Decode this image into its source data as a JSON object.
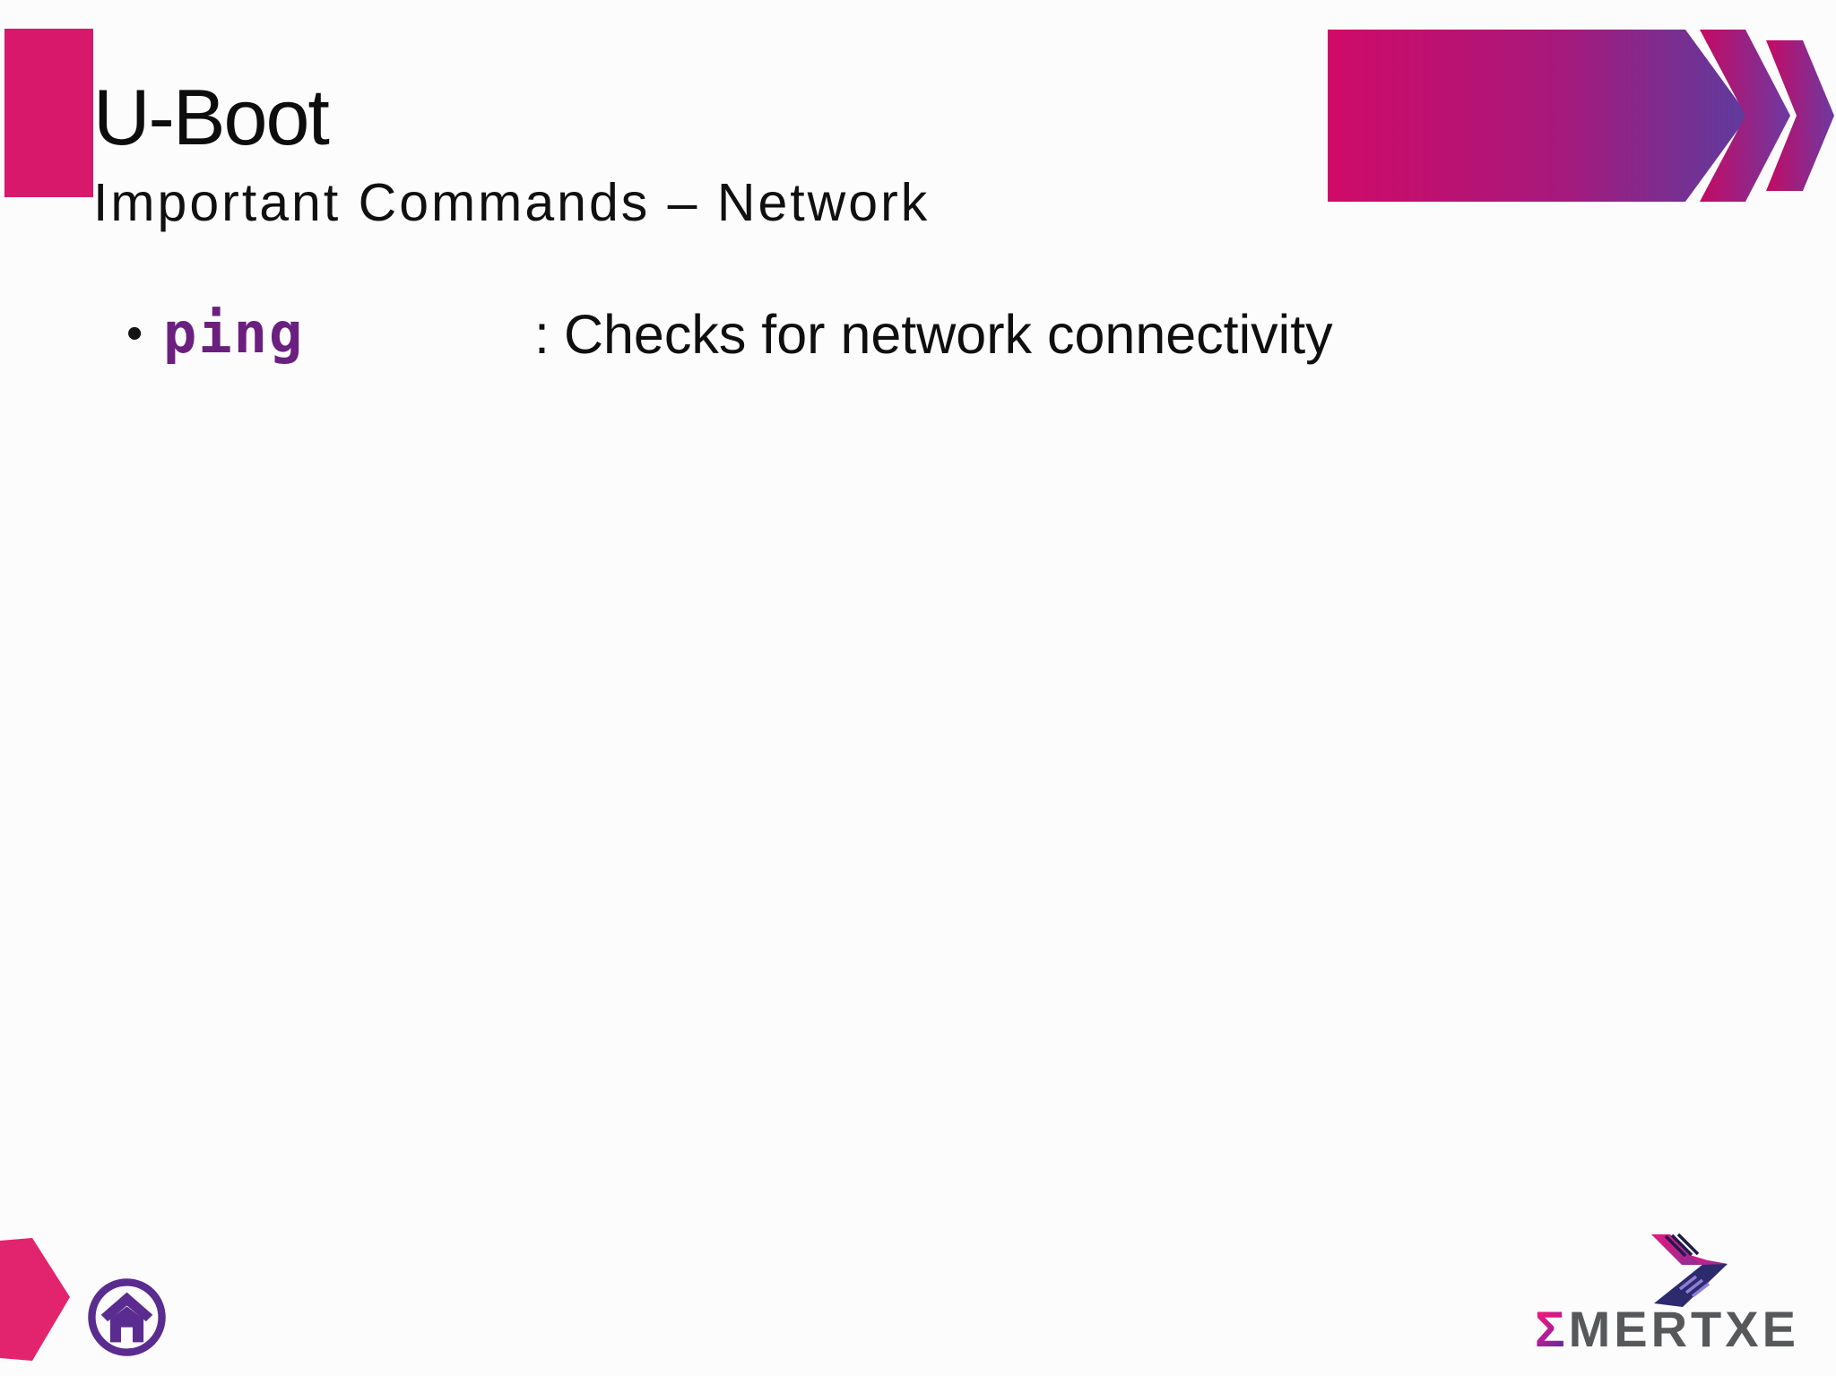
{
  "header": {
    "title": "U-Boot",
    "subtitle": "Important Commands – Network"
  },
  "content": {
    "bullet": {
      "marker": "•",
      "command": "ping",
      "separator": ":",
      "description": "Checks for network connectivity"
    }
  },
  "footer": {
    "logo": {
      "sigma": "Σ",
      "name": "MERTXE"
    }
  },
  "theme": {
    "background": "#fcfcfc",
    "accent_pink": "#d8186b",
    "footer_arrow_pink": "#e2246e",
    "gradient_start_pink": "#d00a68",
    "gradient_end_purple": "#5e3b9e",
    "command_purple": "#6b2080",
    "home_icon_purple": "#5b2c8f",
    "logo_gray": "#57585a",
    "logo_dark_indigo": "#2d2a6e",
    "text_black": "#101010"
  }
}
